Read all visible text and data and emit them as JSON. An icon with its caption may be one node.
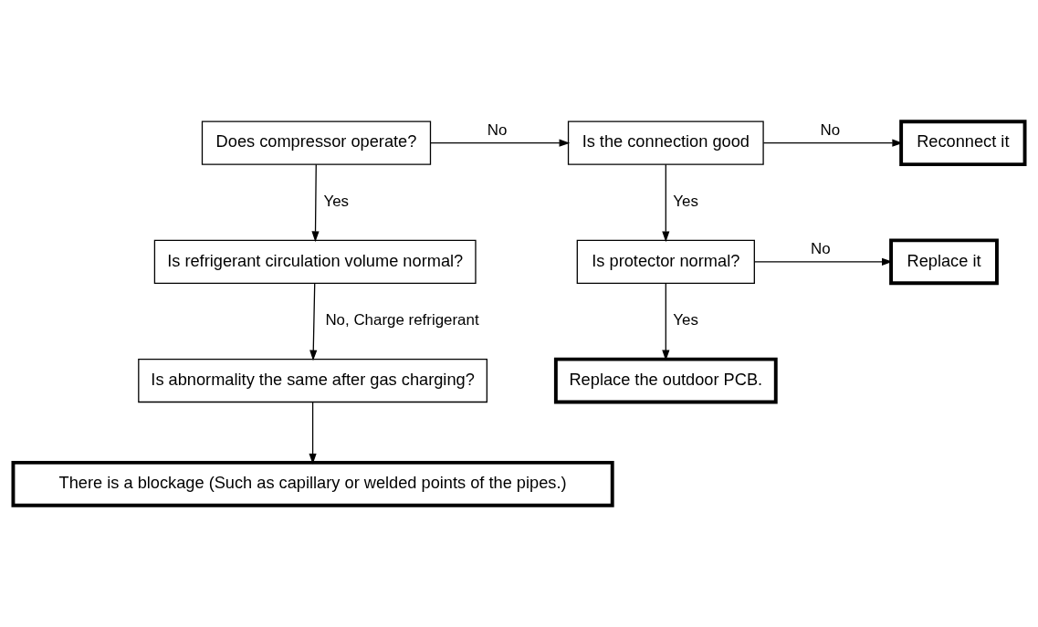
{
  "diagram": {
    "nodes": [
      {
        "text": [
          "Does compressor operate?"
        ]
      },
      {
        "text": [
          "Is the connection good"
        ]
      },
      {
        "text": [
          "Reconnect it"
        ]
      },
      {
        "text": [
          "Is refrigerant circulation volume normal?"
        ]
      },
      {
        "text": [
          "Is protector normal?"
        ]
      },
      {
        "text": [
          "Replace it"
        ]
      },
      {
        "text": [
          "Is abnormality the same after gas charging?"
        ]
      },
      {
        "text": [
          "Replace the outdoor PCB."
        ]
      },
      {
        "text": [
          "There is a blockage (Such as capillary or welded points of the pipes.)"
        ]
      }
    ],
    "edges": [
      {
        "from": 0,
        "to": 1,
        "arrow": "to",
        "label": "No"
      },
      {
        "from": 1,
        "to": 2,
        "arrow": "to",
        "label": "No"
      },
      {
        "from": 0,
        "to": 3,
        "arrow": "to",
        "label": "Yes"
      },
      {
        "from": 1,
        "to": 4,
        "arrow": "to",
        "label": "Yes"
      },
      {
        "from": 4,
        "to": 5,
        "arrow": "to",
        "label": "No"
      },
      {
        "from": 3,
        "to": 6,
        "arrow": "to",
        "label": "No, Charge refrigerant"
      },
      {
        "from": 4,
        "to": 7,
        "arrow": "to",
        "label": "Yes"
      },
      {
        "from": 6,
        "to": 8,
        "arrow": "to"
      }
    ]
  }
}
